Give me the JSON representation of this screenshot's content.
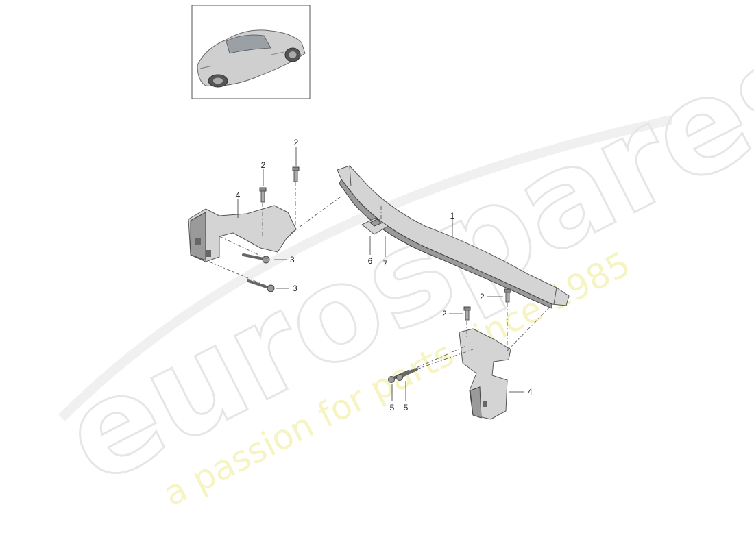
{
  "watermark": {
    "brand": "eurospares",
    "tagline": "a passion for parts since 1985"
  },
  "callouts": [
    {
      "id": "c-1",
      "label": "1"
    },
    {
      "id": "c-2a",
      "label": "2"
    },
    {
      "id": "c-2b",
      "label": "2"
    },
    {
      "id": "c-2c",
      "label": "2"
    },
    {
      "id": "c-2d",
      "label": "2"
    },
    {
      "id": "c-3a",
      "label": "3"
    },
    {
      "id": "c-3b",
      "label": "3"
    },
    {
      "id": "c-4a",
      "label": "4"
    },
    {
      "id": "c-4b",
      "label": "4"
    },
    {
      "id": "c-5a",
      "label": "5"
    },
    {
      "id": "c-5b",
      "label": "5"
    },
    {
      "id": "c-6",
      "label": "6"
    },
    {
      "id": "c-7",
      "label": "7"
    }
  ],
  "colors": {
    "part_fill": "#d4d4d4",
    "part_stroke": "#555555",
    "watermark_grey": "#e6e6e6",
    "watermark_yellow": "#f5f3b8"
  }
}
